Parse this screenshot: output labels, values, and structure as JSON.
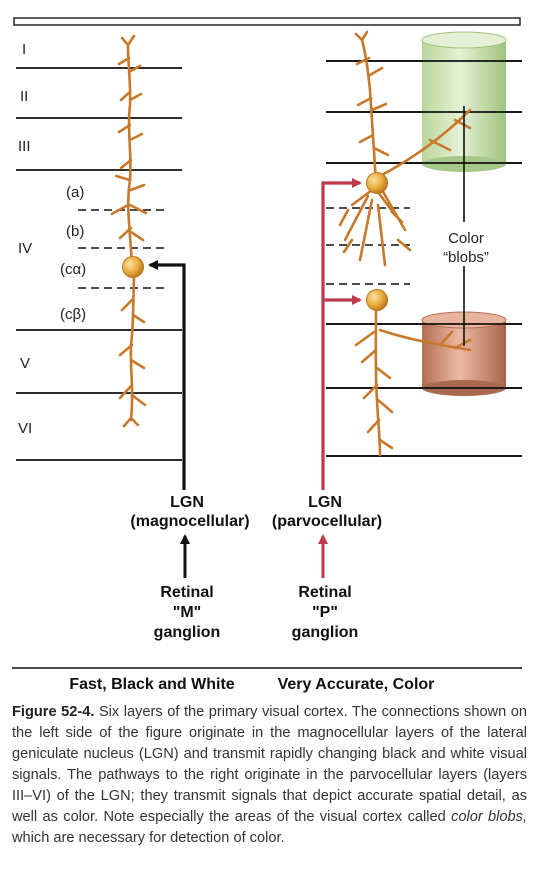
{
  "layers": {
    "roman": [
      "I",
      "II",
      "III",
      "IV",
      "V",
      "VI"
    ],
    "sublayers": [
      "(a)",
      "(b)",
      "(cα)",
      "(cβ)"
    ]
  },
  "lgn_left": {
    "title": "LGN",
    "subtitle": "(magnocellular)"
  },
  "lgn_right": {
    "title": "LGN",
    "subtitle": "(parvocellular)"
  },
  "retinal_left": {
    "line1": "Retinal",
    "line2": "\"M\"",
    "line3": "ganglion"
  },
  "retinal_right": {
    "line1": "Retinal",
    "line2": "\"P\"",
    "line3": "ganglion"
  },
  "color_blobs": {
    "line1": "Color",
    "line2": "“blobs”"
  },
  "footer": {
    "left": "Fast, Black and White",
    "right": "Very Accurate, Color"
  },
  "caption": {
    "label": "Figure 52-4.",
    "text1": " Six layers of the primary visual cortex. The connections shown on the left side of the figure originate in the magnocellular layers of the lateral geniculate nucleus (LGN) and transmit rapidly changing black and white visual signals. The pathways to the right originate in the parvocellular layers (layers III–VI) of the LGN; they transmit signals that depict accurate spatial detail, as well as color. Note especially the areas of the visual cortex called ",
    "italic": "color blobs,",
    "text2": " which are necessary for detection of color."
  },
  "colors": {
    "neuron": "#c8782a",
    "soma": "#e8a838",
    "magno_pathway": "#111111",
    "parvo_pathway": "#c0394b",
    "blob_top": "#cfe3b0",
    "blob_bottom": "#c98a6e"
  }
}
